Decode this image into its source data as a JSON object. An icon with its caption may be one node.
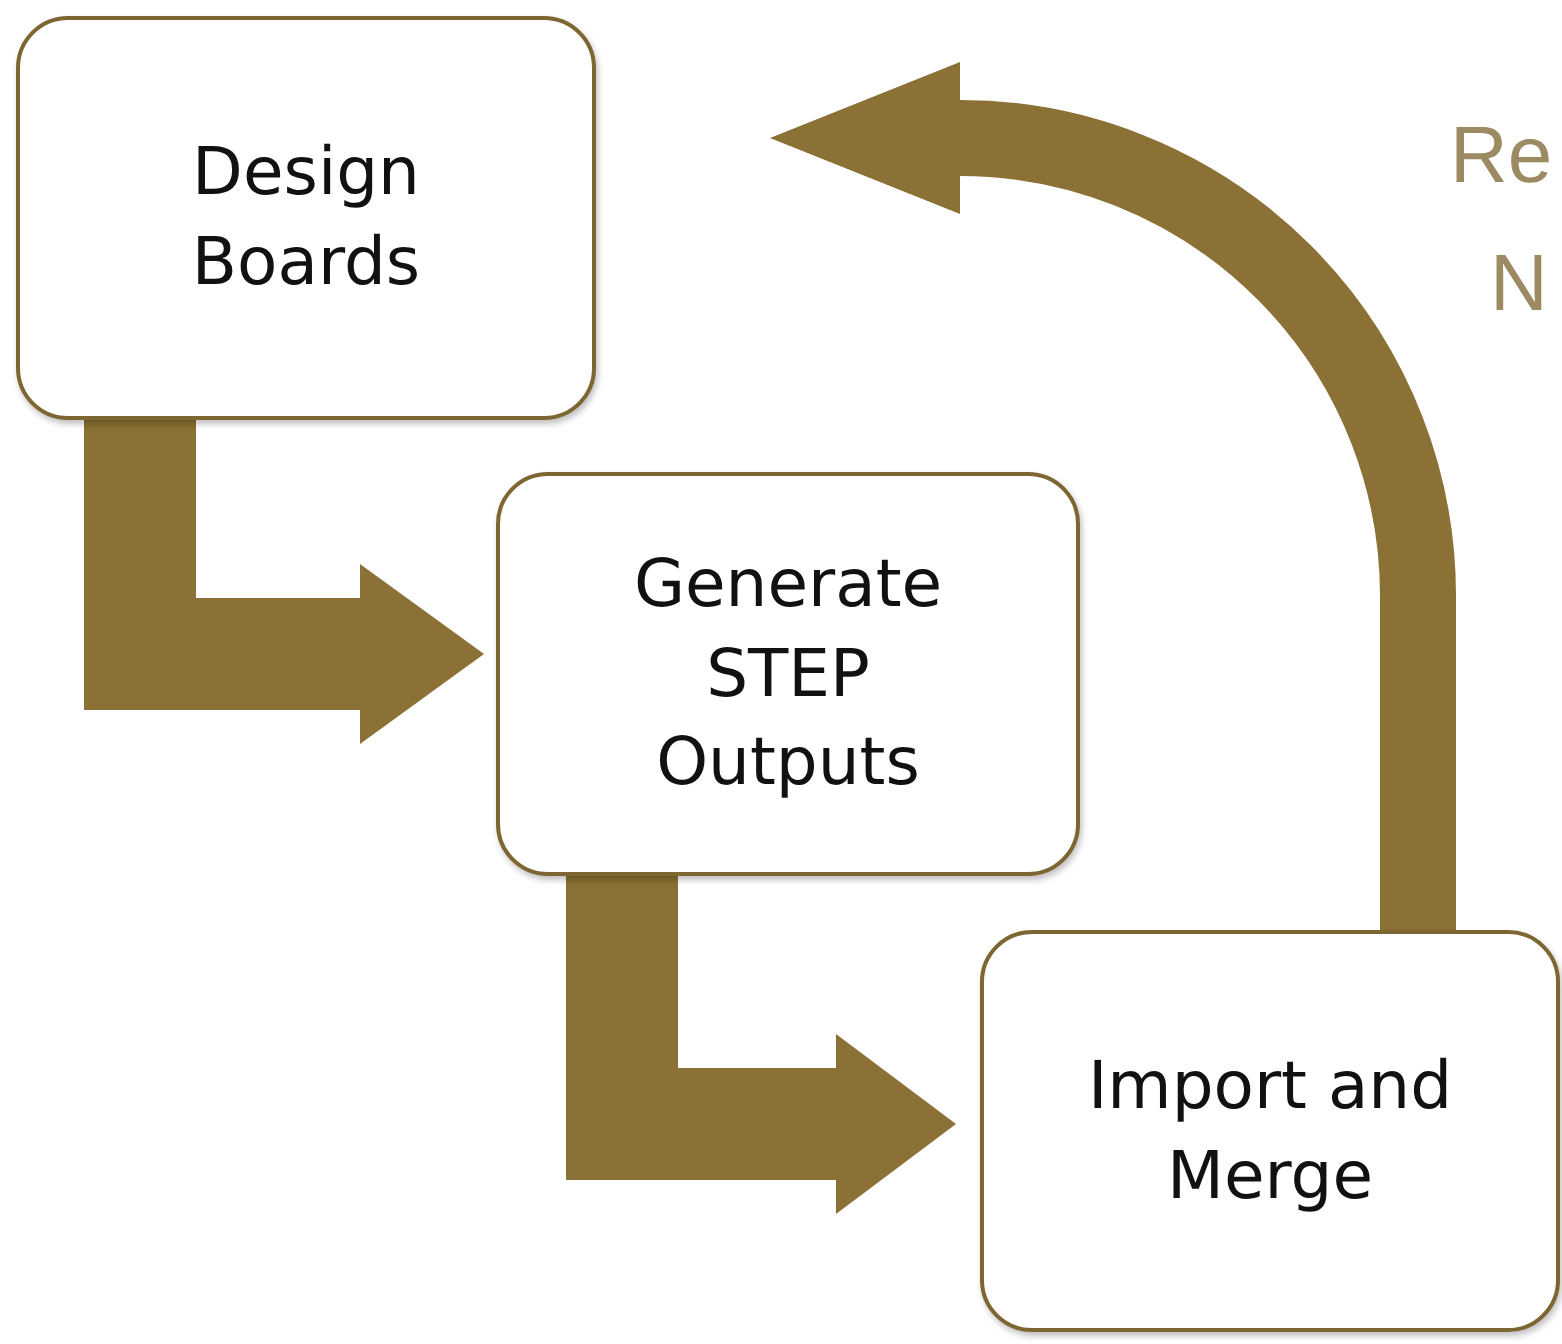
{
  "diagram": {
    "nodes": [
      {
        "text": [
          "Design Boards"
        ]
      },
      {
        "text": [
          "Generate STEP Outputs"
        ]
      },
      {
        "text": [
          "Import and Merge"
        ]
      }
    ],
    "edges": [
      {
        "from": 0,
        "to": 1,
        "arrow": "to"
      },
      {
        "from": 1,
        "to": 2,
        "arrow": "to"
      },
      {
        "from": 2,
        "to": null,
        "arrow": "to"
      }
    ],
    "labels": [
      "Re",
      "N"
    ]
  }
}
